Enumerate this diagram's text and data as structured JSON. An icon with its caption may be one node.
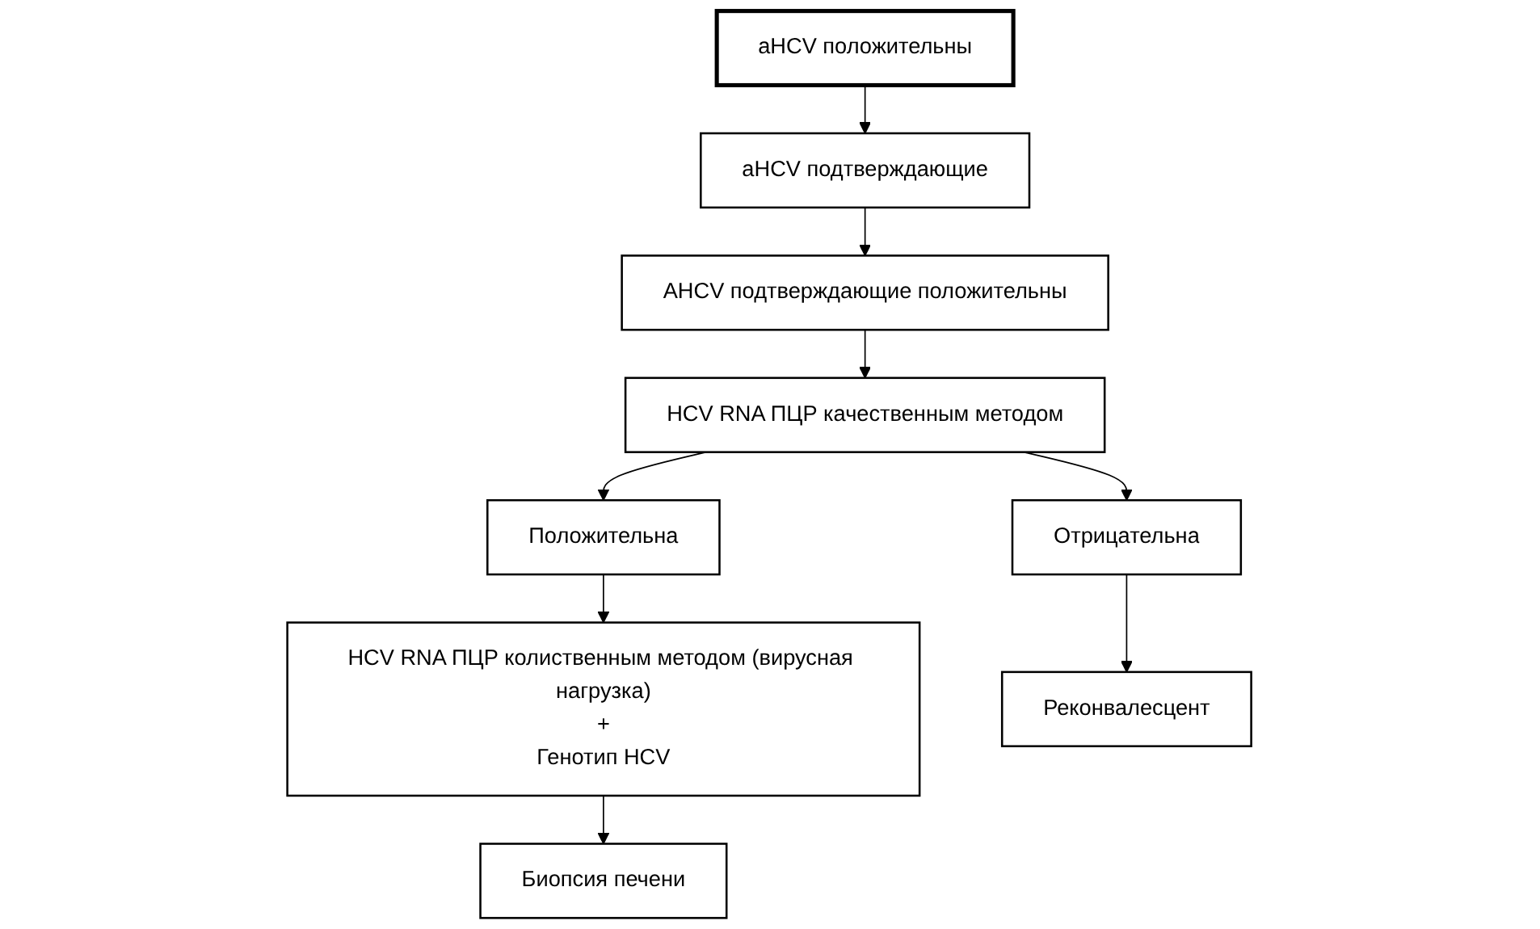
{
  "diagram": {
    "nodes": [
      {
        "text": [
          "aHCV положительны"
        ]
      },
      {
        "text": [
          "aHCV подтверждающие"
        ]
      },
      {
        "text": [
          "AHCV подтверждающие положительны"
        ]
      },
      {
        "text": [
          "HCV RNA ПЦР качественным методом"
        ]
      },
      {
        "text": [
          "Положительна"
        ]
      },
      {
        "text": [
          "Отрицательна"
        ]
      },
      {
        "text": [
          "HCV RNA ПЦР колиственным методом (вирусная нагрузка)",
          "+",
          "Генотип HCV"
        ]
      },
      {
        "text": [
          "Реконвалесцент"
        ]
      },
      {
        "text": [
          "Биопсия печени"
        ]
      }
    ],
    "edges": [
      {
        "from": 0,
        "to": 1,
        "arrow": "to"
      },
      {
        "from": 1,
        "to": 2,
        "arrow": "to"
      },
      {
        "from": 2,
        "to": 3,
        "arrow": "to"
      },
      {
        "from": 3,
        "to": 4,
        "arrow": "to"
      },
      {
        "from": 3,
        "to": 5,
        "arrow": "to"
      },
      {
        "from": 4,
        "to": 6,
        "arrow": "to"
      },
      {
        "from": 5,
        "to": 7,
        "arrow": "to"
      },
      {
        "from": 6,
        "to": 8,
        "arrow": "to"
      }
    ]
  }
}
